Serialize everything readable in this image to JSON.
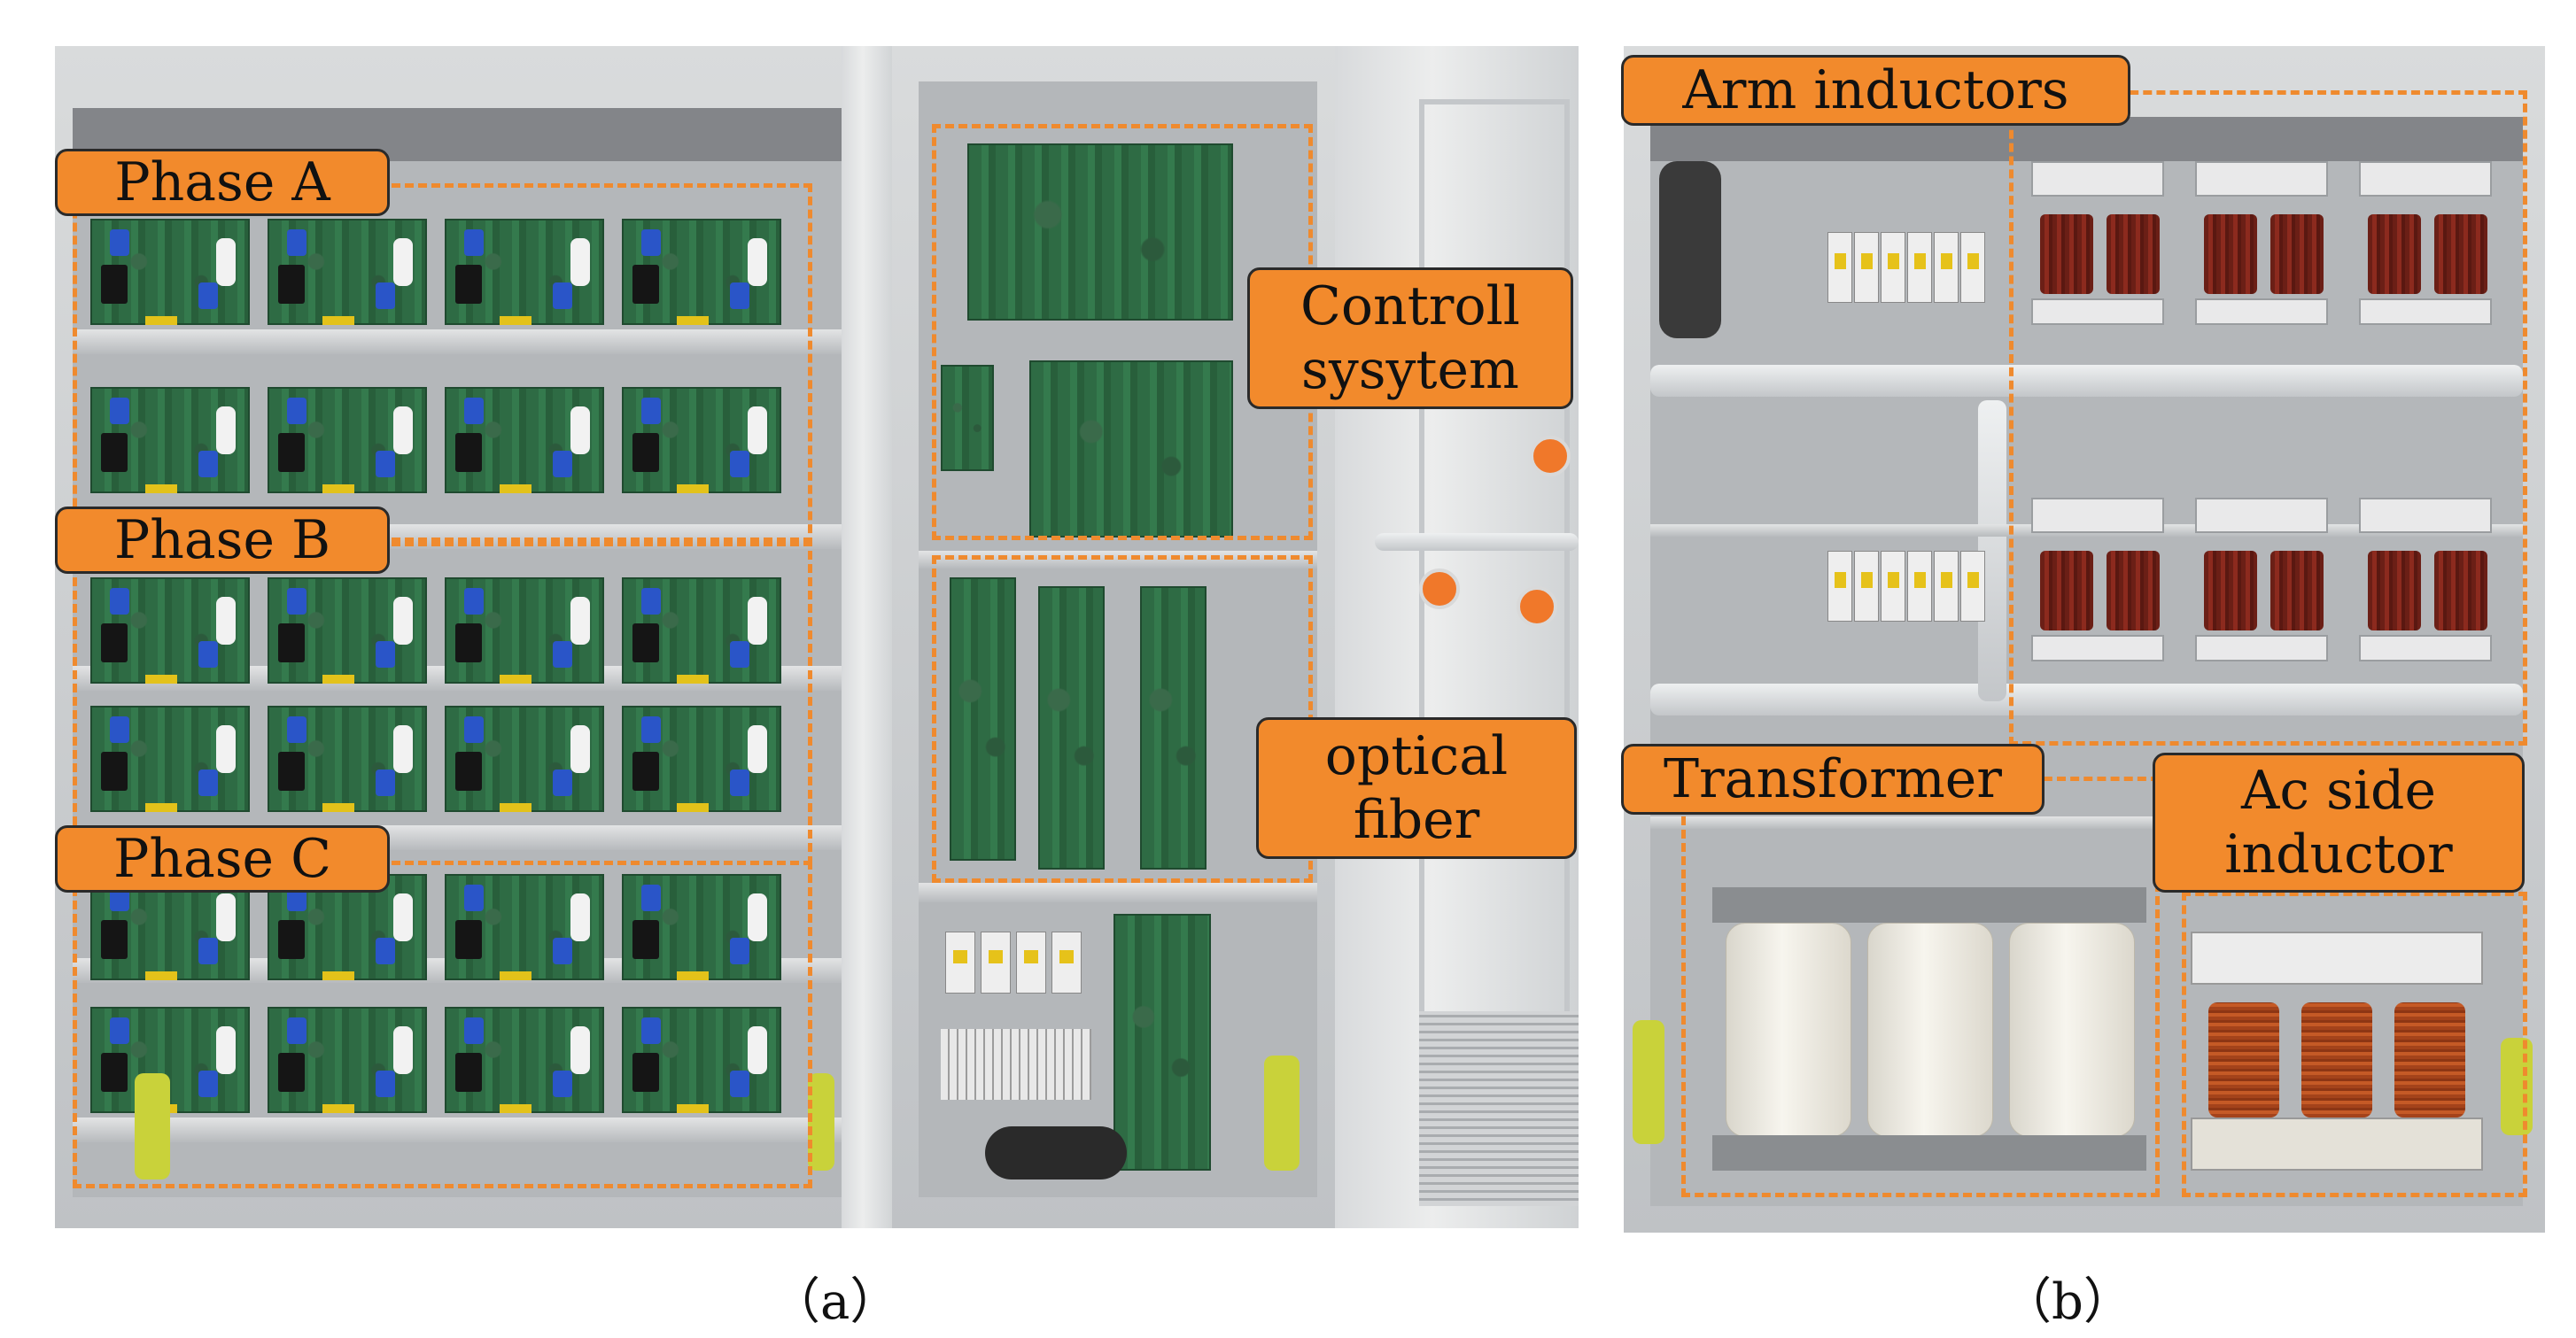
{
  "panel_a": {
    "caption": "（a）",
    "labels": {
      "phase_a": "Phase A",
      "phase_b": "Phase B",
      "phase_c": "Phase C",
      "control": "Controll\nsysytem",
      "fiber": "optical\nfiber"
    }
  },
  "panel_b": {
    "caption": "（b）",
    "labels": {
      "arm_inductors": "Arm inductors",
      "transformer": "Transformer",
      "ac_inductor": "Ac side\ninductor"
    }
  },
  "colors": {
    "label_fill": "#f28a2c",
    "dash_outline": "#ef8a2e",
    "pcb_green": "#2e6b44"
  }
}
